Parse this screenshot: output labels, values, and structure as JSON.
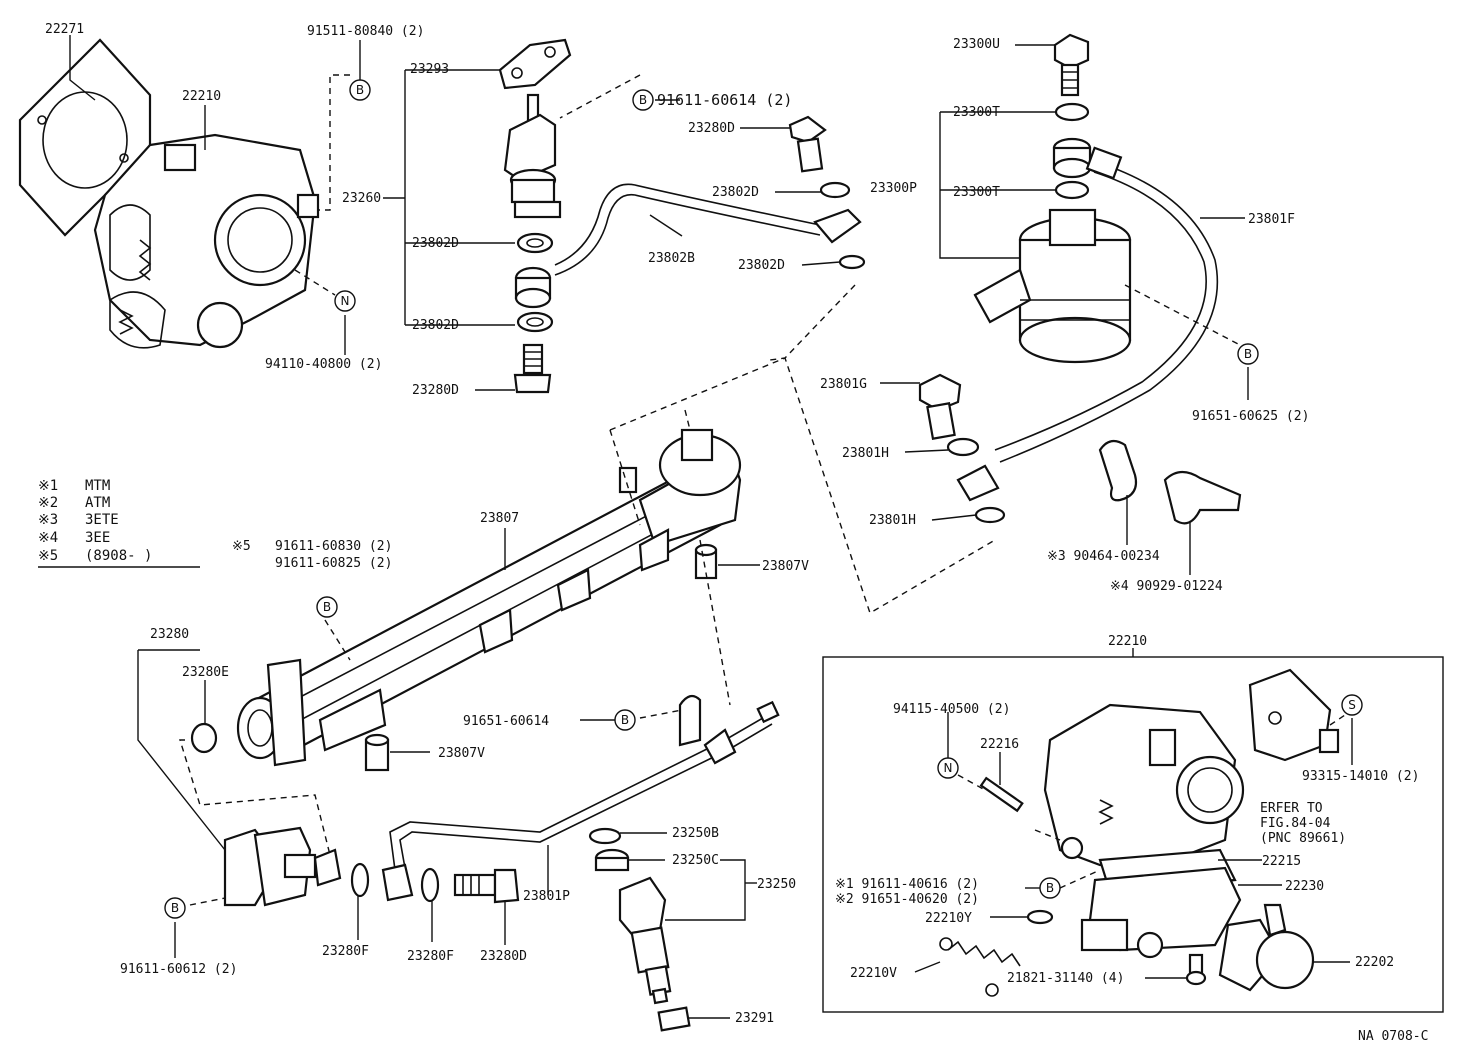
{
  "labels": {
    "p22271": "22271",
    "p22210_top": "22210",
    "p91511_80840": "91511-80840 (2)",
    "p23293": "23293",
    "p91611_60614": "91611-60614 (2)",
    "p23280D_top": "23280D",
    "p23802D_1": "23802D",
    "p23260": "23260",
    "p23802D_2": "23802D",
    "p23802B": "23802B",
    "p23802D_3": "23802D",
    "p23802D_4": "23802D",
    "p23280D_mid": "23280D",
    "p94110_40800": "94110-40800 (2)",
    "p23300U": "23300U",
    "p23300T_1": "23300T",
    "p23300P": "23300P",
    "p23300T_2": "23300T",
    "p23801F": "23801F",
    "p91651_60625": "91651-60625 (2)",
    "p23801G": "23801G",
    "p23801H_1": "23801H",
    "p23801H_2": "23801H",
    "p90464_00234": "※3 90464-00234",
    "p90929_01224": "※4 90929-01224",
    "p23807": "23807",
    "p91611_60830": "91611-60830 (2)",
    "p91611_60825": "91611-60825 (2)",
    "note5_mark": "※5",
    "p23807V_1": "23807V",
    "p23280": "23280",
    "p23280E": "23280E",
    "p91651_60614": "91651-60614",
    "p23807V_2": "23807V",
    "p91611_60612": "91611-60612 (2)",
    "p23280F_1": "23280F",
    "p23280F_2": "23280F",
    "p23280D_bot": "23280D",
    "p23801P": "23801P",
    "p23250B": "23250B",
    "p23250C": "23250C",
    "p23250": "23250",
    "p23291": "23291",
    "p22210_box": "22210",
    "p94115_40500": "94115-40500 (2)",
    "p22216": "22216",
    "p93315_14010": "93315-14010 (2)",
    "refer_1": "ERFER TO",
    "refer_2": "FIG.84-04",
    "refer_3": "(PNC 89661)",
    "p22215": "22215",
    "p91611_40616": "※1 91611-40616 (2)",
    "p91651_40620": "※2 91651-40620 (2)",
    "p22230": "22230",
    "p22210Y": "22210Y",
    "p22210V": "22210V",
    "p21821_31140": "21821-31140 (4)",
    "p22202": "22202",
    "diagram_code": "NA 0708-C"
  },
  "callouts": {
    "b1": "B",
    "b2": "B",
    "b3": "B",
    "b4": "B",
    "b5": "B",
    "b6": "B",
    "n1": "N",
    "n2": "N",
    "s1": "S"
  },
  "legend": [
    {
      "mark": "※1",
      "text": "MTM"
    },
    {
      "mark": "※2",
      "text": "ATM"
    },
    {
      "mark": "※3",
      "text": "3ETE"
    },
    {
      "mark": "※4",
      "text": "3EE"
    },
    {
      "mark": "※5",
      "text": "(8908-        )"
    }
  ]
}
